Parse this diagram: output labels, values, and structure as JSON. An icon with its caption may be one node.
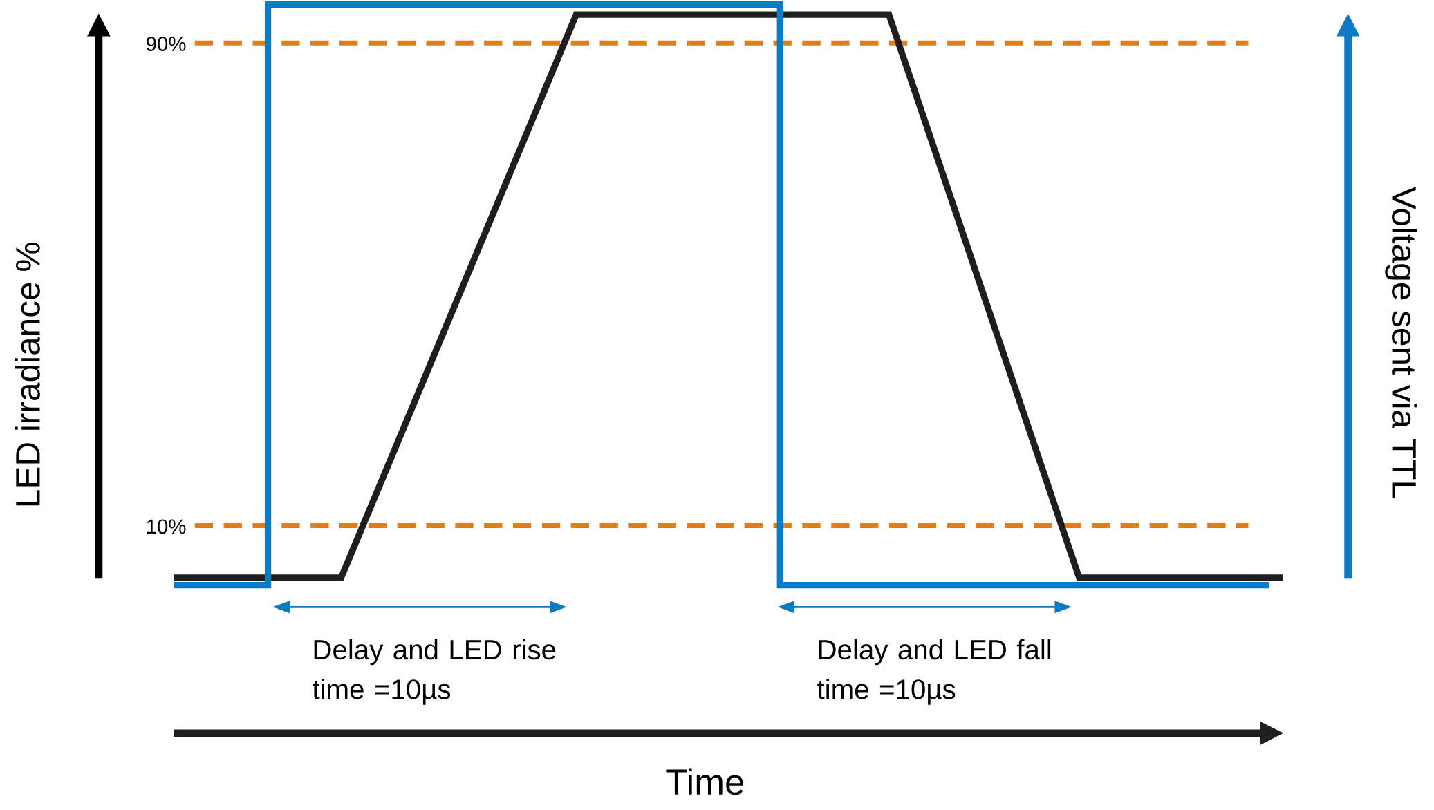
{
  "diagram": {
    "labels": [
      "90%",
      "LED irradiance %",
      "Voltage sent via TTL",
      "10%",
      "Delay and LED rise time =10µs",
      "Delay and LED fall time =10µs",
      "Time"
    ]
  }
}
